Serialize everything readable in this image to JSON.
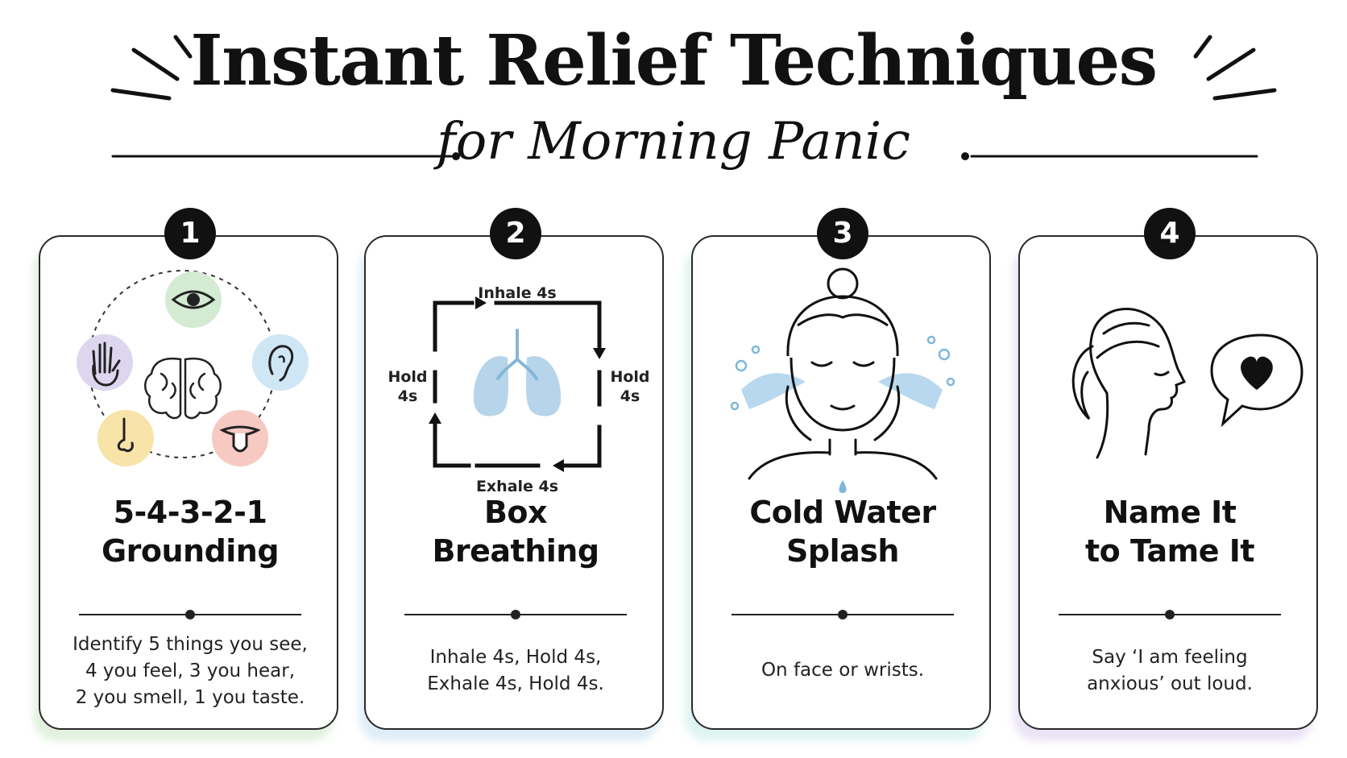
{
  "header": {
    "title": "Instant Relief Techniques",
    "subtitle": "for Morning Panic"
  },
  "colors": {
    "ink": "#111111",
    "green_tint": "#c9e6c3",
    "blue_tint": "#c3def0",
    "teal_tint": "#c4ebe8",
    "purple_tint": "#d8cdee",
    "sight_circle": "#d3ebd3",
    "touch_circle": "#ddd6ef",
    "hearing_circle": "#cfe6f5",
    "smell_circle": "#f8e3a9",
    "taste_circle": "#f6c9c3",
    "lungs": "#a9cde6",
    "water": "#9fcbe8"
  },
  "cards": [
    {
      "number": "1",
      "title_line1": "5-4-3-2-1",
      "title_line2": "Grounding",
      "desc": [
        "Identify 5 things you see,",
        "4 you feel, 3 you hear,",
        "2 you smell, 1 you taste."
      ],
      "icons": [
        "brain-icon",
        "eye-icon",
        "ear-icon",
        "hand-icon",
        "nose-icon",
        "tongue-icon"
      ]
    },
    {
      "number": "2",
      "title_line1": "Box",
      "title_line2": "Breathing",
      "labels": {
        "top": "Inhale 4s",
        "right1": "Hold",
        "right2": "4s",
        "bottom": "Exhale 4s",
        "left1": "Hold",
        "left2": "4s"
      },
      "desc": [
        "Inhale 4s, Hold 4s,",
        "Exhale 4s, Hold 4s."
      ],
      "icons": [
        "lungs-icon",
        "arrow-right-icon",
        "arrow-down-icon",
        "arrow-left-icon",
        "arrow-up-icon"
      ]
    },
    {
      "number": "3",
      "title_line1": "Cold Water",
      "title_line2": "Splash",
      "desc": [
        "On face or wrists."
      ],
      "icons": [
        "face-splash-icon",
        "water-drop-icon"
      ]
    },
    {
      "number": "4",
      "title_line1": "Name It",
      "title_line2": "to Tame It",
      "desc": [
        "Say ‘I am feeling",
        "anxious’ out loud."
      ],
      "icons": [
        "profile-head-icon",
        "speech-bubble-heart-icon"
      ]
    }
  ]
}
